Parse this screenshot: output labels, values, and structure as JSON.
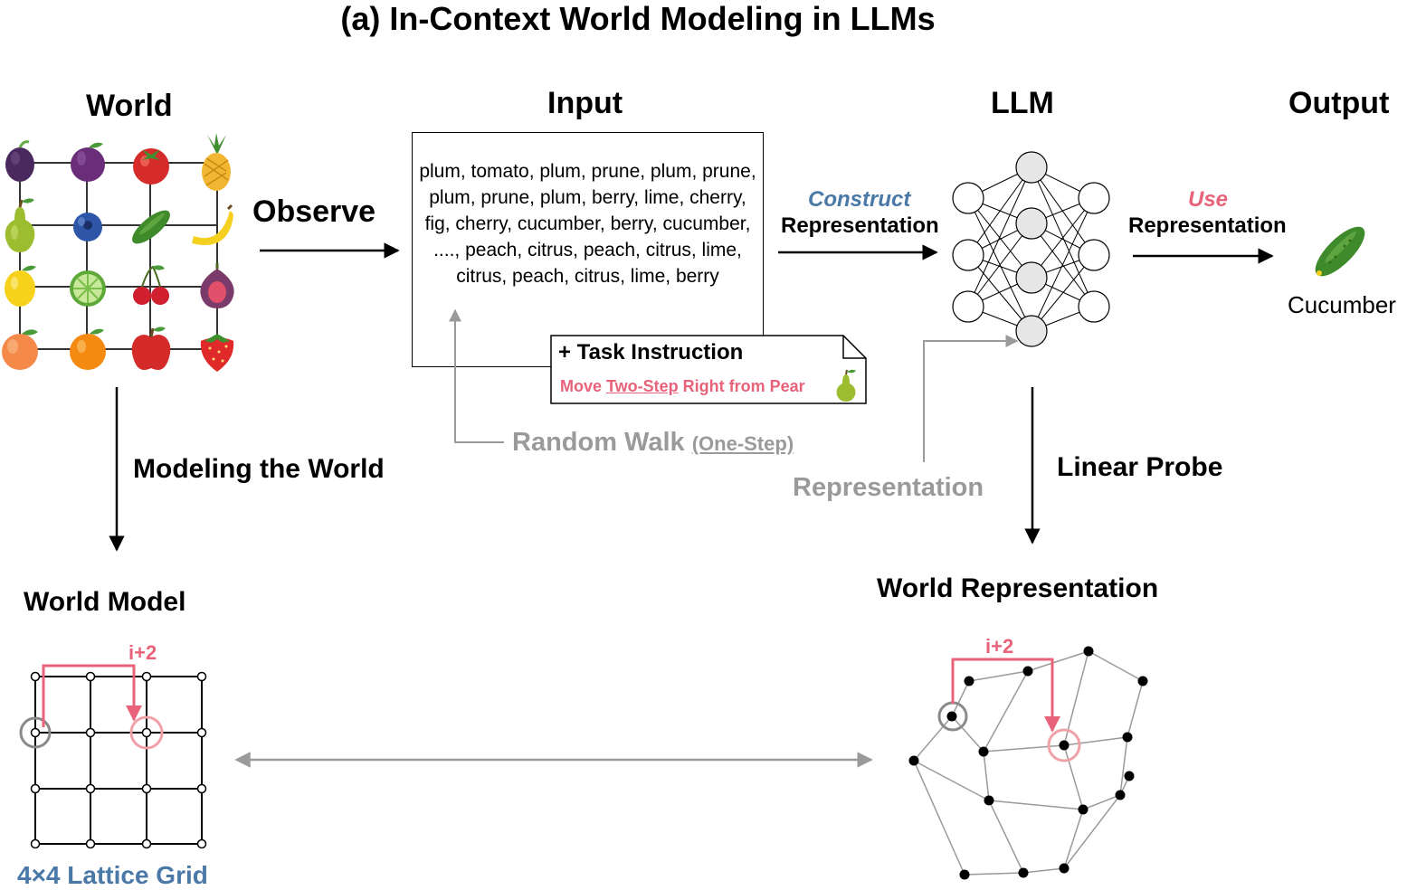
{
  "title": "(a) In-Context World Modeling in LLMs",
  "headers": {
    "world": "World",
    "input": "Input",
    "llm": "LLM",
    "output": "Output",
    "world_model": "World Model",
    "world_representation": "World Representation"
  },
  "labels": {
    "observe": "Observe",
    "construct": "Construct",
    "construct_rep": "Representation",
    "use": "Use",
    "use_rep": "Representation",
    "modeling": "Modeling the World",
    "linear_probe": "Linear Probe",
    "representation_feedback": "Representation",
    "random_walk": "Random Walk",
    "one_step": "(One-Step)",
    "lattice": "4×4 Lattice Grid",
    "i_plus_2": "i+2",
    "output_value": "Cucumber"
  },
  "input_sequence": "plum, tomato, plum, prune, plum, prune, plum, prune, plum, berry, lime, cherry, fig, cherry, cucumber, berry, cucumber, ...., peach, citrus, peach, citrus, lime, citrus, peach, citrus, lime, berry",
  "task": {
    "title": "+ Task Instruction",
    "prefix": "Move ",
    "emph": "Two-Step",
    "suffix": " Right from Pear"
  },
  "fruit_grid": [
    [
      "prune",
      "plum",
      "tomato",
      "pineapple"
    ],
    [
      "pear",
      "berry",
      "cucumber",
      "banana"
    ],
    [
      "lemon",
      "lime",
      "cherry",
      "fig"
    ],
    [
      "peach",
      "orange",
      "apple",
      "strawberry"
    ]
  ],
  "colors": {
    "accent_pink": "#e8637a",
    "accent_blue": "#4a79a8",
    "muted_grey": "#9a9a9a"
  }
}
